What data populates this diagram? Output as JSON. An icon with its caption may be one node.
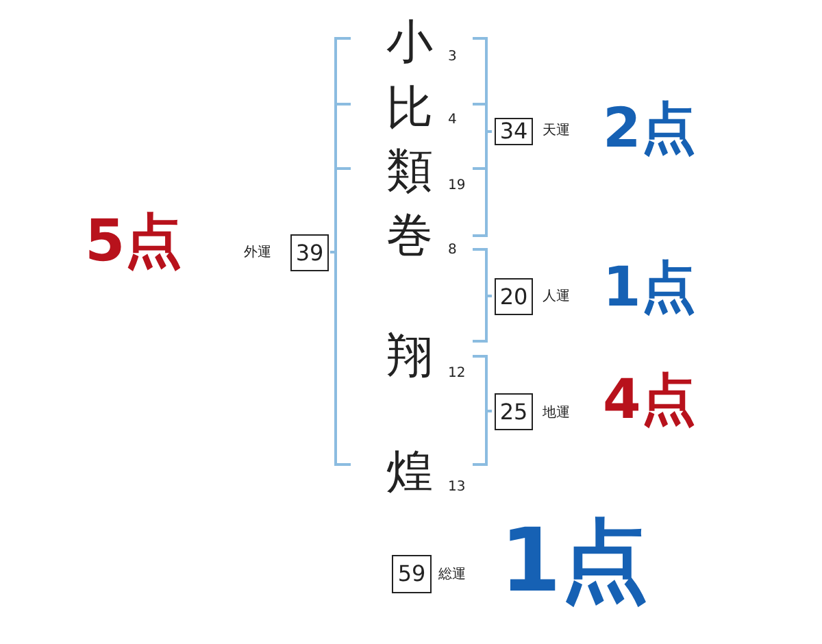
{
  "diagram": {
    "nodes": [
      {
        "text": [
          "34"
        ],
        "beside": [
          "天運",
          "2点"
        ]
      },
      {
        "text": [
          "39"
        ],
        "beside": [
          "外運",
          "5点"
        ]
      },
      {
        "text": [
          "20"
        ],
        "beside": [
          "人運",
          "1点"
        ]
      },
      {
        "text": [
          "25"
        ],
        "beside": [
          "地運",
          "4点"
        ]
      },
      {
        "text": [
          "59"
        ],
        "beside": [
          "総運",
          "1点"
        ]
      }
    ],
    "labels": [
      "小",
      "3",
      "比",
      "4",
      "類",
      "19",
      "巻",
      "8",
      "翔",
      "12",
      "煌",
      "13"
    ]
  }
}
